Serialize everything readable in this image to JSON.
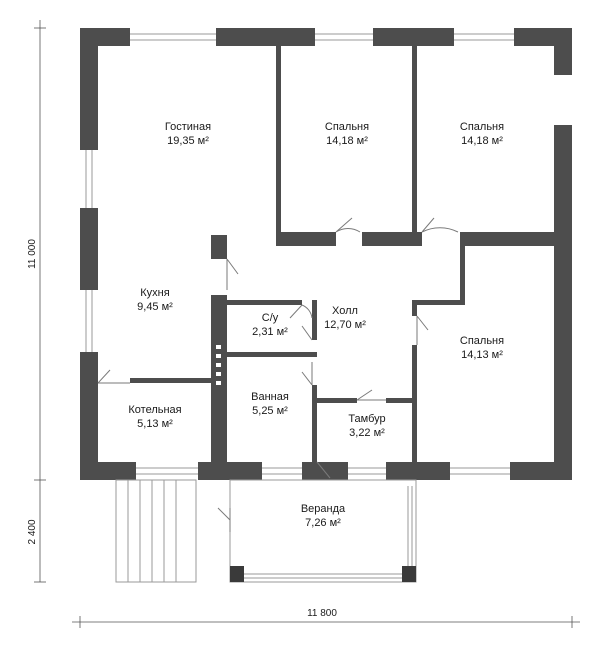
{
  "plan": {
    "rooms": [
      {
        "name": "Гостиная",
        "area": "19,35 м²"
      },
      {
        "name": "Спальня",
        "area": "14,18 м²"
      },
      {
        "name": "Спальня",
        "area": "14,18 м²"
      },
      {
        "name": "Кухня",
        "area": "9,45 м²"
      },
      {
        "name": "С/у",
        "area": "2,31 м²"
      },
      {
        "name": "Холл",
        "area": "12,70 м²"
      },
      {
        "name": "Спальня",
        "area": "14,13 м²"
      },
      {
        "name": "Котельная",
        "area": "5,13 м²"
      },
      {
        "name": "Ванная",
        "area": "5,25 м²"
      },
      {
        "name": "Тамбур",
        "area": "3,22 м²"
      },
      {
        "name": "Веранда",
        "area": "7,26 м²"
      }
    ],
    "dimensions": {
      "height_main": "11 000",
      "height_veranda": "2 400",
      "width_total": "11 800"
    }
  }
}
